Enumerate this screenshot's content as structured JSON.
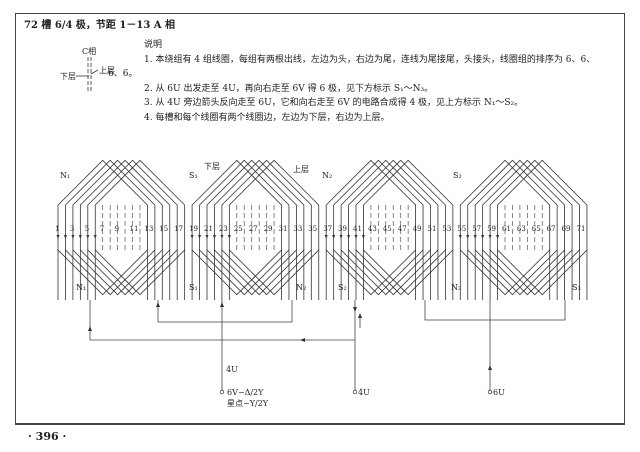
{
  "title": "72 槽 6/4 极，节距 1－13 A 相",
  "notes": {
    "heading": "说明",
    "items": [
      "1. 本绕组有 4 组线圈，每组有两根出线，左边为头，右边为尾，连线为尾接尾，头接头，线圈组的排序为 6、6、",
      "6、6。",
      "2. 从 6U 出发走至 4U，再向右走至 6V 得 6 极，见下方标示 S₁～N₃。",
      "3. 从 4U 旁边箭头反向走至 6U，它和向右走至 6V 的电路合成得 4 极，见上方标示 N₁～S₂。",
      "4. 每槽和每个线圈有两个线圈边，左边为下层，右边为上层。"
    ]
  },
  "legend": {
    "phase": "C相",
    "lower": "下层",
    "upper": "上层"
  },
  "diagram": {
    "top_labels": [
      "N₁",
      "S₁",
      "N₂",
      "S₂"
    ],
    "bottom_labels": [
      "N₁",
      "S₁",
      "N₂",
      "S₂",
      "N₃",
      "S₃"
    ],
    "layer_lower": "下层",
    "layer_upper": "上层",
    "slot_count": 72,
    "coils_per_group": 6,
    "pitch": 12,
    "terminals": {
      "t1": "6V−Δ/2Y",
      "t1_sub": "星点−Y/2Y",
      "t2": "4U",
      "t3": "6U",
      "lead_4u": "4U"
    }
  },
  "page_number": "· 396 ·"
}
